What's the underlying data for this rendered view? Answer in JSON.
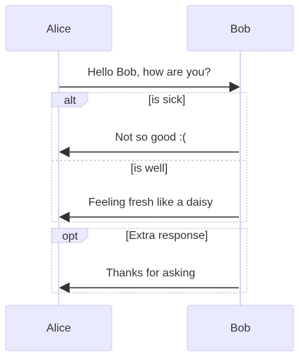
{
  "participants": [
    {
      "id": "alice",
      "label": "Alice"
    },
    {
      "id": "bob",
      "label": "Bob"
    }
  ],
  "messages": [
    {
      "from": "alice",
      "to": "bob",
      "text": "Hello Bob, how are you?"
    },
    {
      "from": "bob",
      "to": "alice",
      "text": "Not so good :("
    },
    {
      "from": "bob",
      "to": "alice",
      "text": "Feeling fresh like a daisy"
    },
    {
      "from": "bob",
      "to": "alice",
      "text": "Thanks for asking"
    }
  ],
  "fragments": [
    {
      "keyword": "alt",
      "condition": "[is sick]",
      "else_condition": "[is well]"
    },
    {
      "keyword": "opt",
      "condition": "[Extra response]"
    }
  ],
  "colors": {
    "actor_fill": "#eaeafe",
    "actor_stroke": "#c9c8f0",
    "lifeline": "#c9c8f0",
    "arrow": "#333333",
    "text": "#333333",
    "fragment_stroke": "#c8c8dc",
    "fragment_label_fill": "#eaeafe"
  }
}
